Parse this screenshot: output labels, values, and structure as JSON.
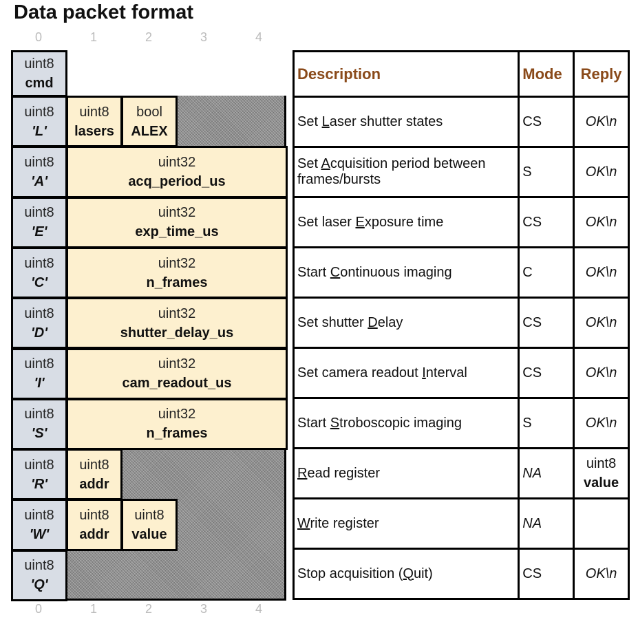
{
  "title": "Data packet format",
  "byte_axis": [
    "0",
    "1",
    "2",
    "3",
    "4"
  ],
  "cmd_header": {
    "type": "uint8",
    "name": "cmd"
  },
  "rows": [
    {
      "cmd_type": "uint8",
      "code": "'L'",
      "fields": [
        {
          "type": "uint8",
          "name": "lasers"
        },
        {
          "type": "bool",
          "name": "ALEX"
        }
      ]
    },
    {
      "cmd_type": "uint8",
      "code": "'A'",
      "fields": [
        {
          "type": "uint32",
          "name": "acq_period_us"
        }
      ]
    },
    {
      "cmd_type": "uint8",
      "code": "'E'",
      "fields": [
        {
          "type": "uint32",
          "name": "exp_time_us"
        }
      ]
    },
    {
      "cmd_type": "uint8",
      "code": "'C'",
      "fields": [
        {
          "type": "uint32",
          "name": "n_frames"
        }
      ]
    },
    {
      "cmd_type": "uint8",
      "code": "'D'",
      "fields": [
        {
          "type": "uint32",
          "name": "shutter_delay_us"
        }
      ]
    },
    {
      "cmd_type": "uint8",
      "code": "'I'",
      "fields": [
        {
          "type": "uint32",
          "name": "cam_readout_us"
        }
      ]
    },
    {
      "cmd_type": "uint8",
      "code": "'S'",
      "fields": [
        {
          "type": "uint32",
          "name": "n_frames"
        }
      ]
    },
    {
      "cmd_type": "uint8",
      "code": "'R'",
      "fields": [
        {
          "type": "uint8",
          "name": "addr"
        }
      ]
    },
    {
      "cmd_type": "uint8",
      "code": "'W'",
      "fields": [
        {
          "type": "uint8",
          "name": "addr"
        },
        {
          "type": "uint8",
          "name": "value"
        }
      ]
    },
    {
      "cmd_type": "uint8",
      "code": "'Q'",
      "fields": []
    }
  ],
  "table": {
    "headers": {
      "description": "Description",
      "mode": "Mode",
      "reply": "Reply"
    },
    "rows": [
      {
        "pre": "Set ",
        "u": "L",
        "post": "aser shutter states",
        "mode": "CS",
        "reply": "OK\\n"
      },
      {
        "pre": "Set ",
        "u": "A",
        "post": "cquisition period between frames/bursts",
        "mode": "S",
        "reply": "OK\\n"
      },
      {
        "pre": "Set laser ",
        "u": "E",
        "post": "xposure time",
        "mode": "CS",
        "reply": "OK\\n"
      },
      {
        "pre": "Start ",
        "u": "C",
        "post": "ontinuous imaging",
        "mode": "C",
        "reply": "OK\\n"
      },
      {
        "pre": "Set shutter ",
        "u": "D",
        "post": "elay",
        "mode": "CS",
        "reply": "OK\\n"
      },
      {
        "pre": "Set camera readout ",
        "u": "I",
        "post": "nterval",
        "mode": "CS",
        "reply": "OK\\n"
      },
      {
        "pre": "Start ",
        "u": "S",
        "post": "troboscopic imaging",
        "mode": "S",
        "reply": "OK\\n"
      },
      {
        "pre": "",
        "u": "R",
        "post": "ead register",
        "mode": "NA",
        "reply_type": "uint8",
        "reply_name": "value"
      },
      {
        "pre": "",
        "u": "W",
        "post": "rite register",
        "mode": "NA",
        "reply": ""
      },
      {
        "pre": "Stop acquisition (",
        "u": "Q",
        "post": "uit)",
        "mode": "CS",
        "reply": "OK\\n"
      }
    ]
  }
}
